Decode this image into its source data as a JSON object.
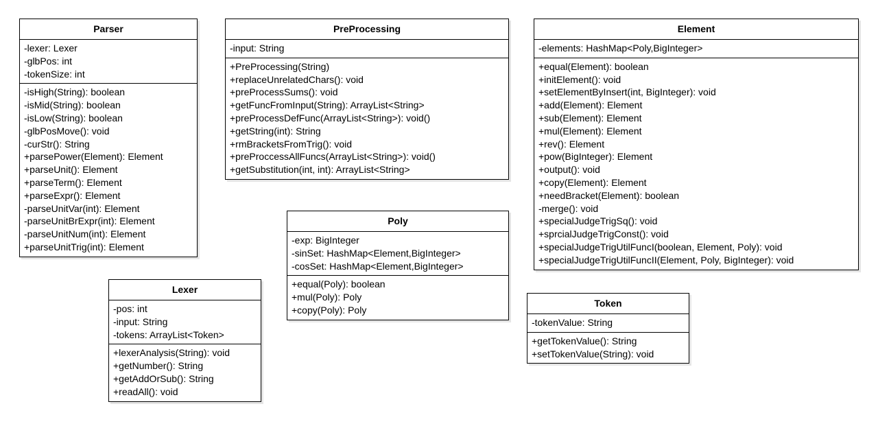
{
  "classes": {
    "parser": {
      "name": "Parser",
      "attributes": [
        "-lexer: Lexer",
        "-glbPos: int",
        "-tokenSize: int"
      ],
      "methods": [
        "-isHigh(String): boolean",
        "-isMid(String): boolean",
        "-isLow(String): boolean",
        "-glbPosMove(): void",
        "-curStr(): String",
        "+parsePower(Element): Element",
        "+parseUnit(): Element",
        "+parseTerm(): Element",
        "+parseExpr(): Element",
        "-parseUnitVar(int): Element",
        "-parseUnitBrExpr(int): Element",
        "-parseUnitNum(int): Element",
        "+parseUnitTrig(int): Element"
      ]
    },
    "preprocessing": {
      "name": "PreProcessing",
      "attributes": [
        "-input: String"
      ],
      "methods": [
        "+PreProcessing(String)",
        "+replaceUnrelatedChars(): void",
        "+preProcessSums(): void",
        "+getFuncFromInput(String): ArrayList<String>",
        "+preProcessDefFunc(ArrayList<String>): void()",
        "+getString(int): String",
        "+rmBracketsFromTrig(): void",
        "+preProccessAllFuncs(ArrayList<String>): void()",
        "+getSubstitution(int, int): ArrayList<String>"
      ]
    },
    "element": {
      "name": "Element",
      "attributes": [
        "-elements: HashMap<Poly,BigInteger>"
      ],
      "methods": [
        "+equal(Element): boolean",
        "+initElement(): void",
        "+setElementByInsert(int, BigInteger): void",
        "+add(Element): Element",
        "+sub(Element): Element",
        "+mul(Element): Element",
        "+rev(): Element",
        "+pow(BigInteger): Element",
        "+output(): void",
        "+copy(Element): Element",
        "+needBracket(Element): boolean",
        "-merge(): void",
        "+specialJudgeTrigSq(): void",
        "+sprcialJudgeTrigConst(): void",
        "+specialJudgeTrigUtilFuncI(boolean, Element, Poly): void",
        "+specialJudgeTrigUtilFuncII(Element, Poly, BigInteger): void"
      ]
    },
    "poly": {
      "name": "Poly",
      "attributes": [
        "-exp: BigInteger",
        "-sinSet: HashMap<Element,BigInteger>",
        "-cosSet: HashMap<Element,BigInteger>"
      ],
      "methods": [
        "+equal(Poly): boolean",
        "+mul(Poly): Poly",
        "+copy(Poly): Poly"
      ]
    },
    "lexer": {
      "name": "Lexer",
      "attributes": [
        "-pos: int",
        "-input: String",
        "-tokens: ArrayList<Token>"
      ],
      "methods": [
        "+lexerAnalysis(String): void",
        "+getNumber(): String",
        "+getAddOrSub(): String",
        "+readAll(): void"
      ]
    },
    "token": {
      "name": "Token",
      "attributes": [
        "-tokenValue: String"
      ],
      "methods": [
        "+getTokenValue(): String",
        "+setTokenValue(String): void"
      ]
    }
  }
}
